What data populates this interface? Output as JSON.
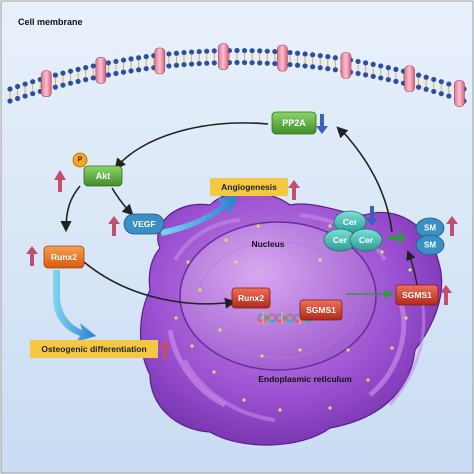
{
  "membrane_label": "Cell membrane",
  "nodes": {
    "pp2a": "PP2A",
    "akt": "Akt",
    "phospho": "P",
    "vegf": "VEGF",
    "runx2_cyto": "Runx2",
    "runx2_nuc": "Runx2",
    "sgms1_gene": "SGMS1",
    "sgms1_er": "SGMS1",
    "cer_top": "Cer",
    "cer_left": "Cer",
    "cer_right": "Cer",
    "sm_top": "SM",
    "sm_bottom": "SM"
  },
  "labels": {
    "angiogenesis": "Angiogenesis",
    "osteogenic": "Osteogenic differentiation",
    "nucleus": "Nucleus",
    "er": "Endoplasmic reticulum"
  },
  "colors": {
    "up_arrow": "#c0506e",
    "down_arrow": "#3f5fc0",
    "label_bg": "#f4c842",
    "green_node": "#5aa83c",
    "red_node": "#d63a26",
    "orange_node": "#e8701e",
    "teal_node": "#3ab7b0",
    "er_purple": "#8a3ec0"
  }
}
